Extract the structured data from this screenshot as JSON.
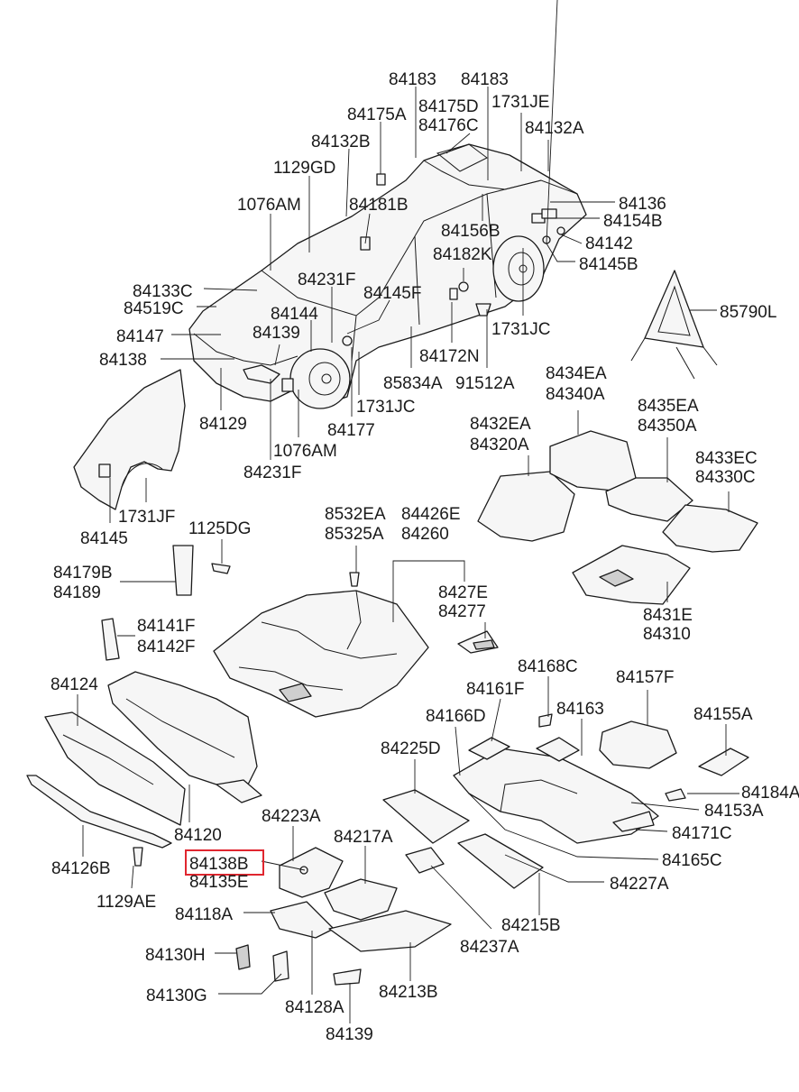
{
  "highlight_color": "#e0262f",
  "labels": {
    "l001": "84183",
    "l002": "84183",
    "l003": "84175D",
    "l004": "84175A",
    "l005": "1731JE",
    "l006": "84176C",
    "l007": "84132B",
    "l008": "84132A",
    "l009": "1129GD",
    "l010": "1076AM",
    "l011": "84181B",
    "l012": "84136",
    "l013": "84154B",
    "l014": "84156B",
    "l015": "84182K",
    "l016": "84142",
    "l017": "84145B",
    "l018": "84231F",
    "l019": "84145F",
    "l020": "85790L",
    "l021": "84133C",
    "l022": "84519C",
    "l023": "84144",
    "l024": "84147",
    "l025": "84139",
    "l026": "1731JC",
    "l027": "84138",
    "l028": "84172N",
    "l029": "85834A",
    "l030": "91512A",
    "l031": "8434EA",
    "l032": "84340A",
    "l033": "1731JC",
    "l034": "84129",
    "l035": "84177",
    "l036": "1076AM",
    "l037": "8435EA",
    "l038": "84350A",
    "l039": "8432EA",
    "l040": "84320A",
    "l041": "84231F",
    "l042": "8433EC",
    "l043": "84330C",
    "l044": "1731JF",
    "l045": "84145",
    "l046": "8532EA",
    "l047": "84426E",
    "l048": "85325A",
    "l049": "84260",
    "l050": "1125DG",
    "l051": "84179B",
    "l052": "84189",
    "l053": "8427E",
    "l054": "84277",
    "l055": "8431E",
    "l056": "84310",
    "l057": "84141F",
    "l058": "84142F",
    "l059": "84124",
    "l060": "84168C",
    "l061": "84157F",
    "l062": "84161F",
    "l063": "84163",
    "l064": "84166D",
    "l065": "84155A",
    "l066": "84225D",
    "l067": "84184A",
    "l068": "84153A",
    "l069": "84120",
    "l070": "84223A",
    "l071": "84171C",
    "l072": "84217A",
    "l073": "84165C",
    "l074": "84126B",
    "l075": "84138B",
    "l076": "84135E",
    "l077": "84227A",
    "l078": "1129AE",
    "l079": "84118A",
    "l080": "84215B",
    "l081": "84237A",
    "l082": "84130H",
    "l083": "84213B",
    "l084": "84130G",
    "l085": "84128A",
    "l086": "84139"
  }
}
